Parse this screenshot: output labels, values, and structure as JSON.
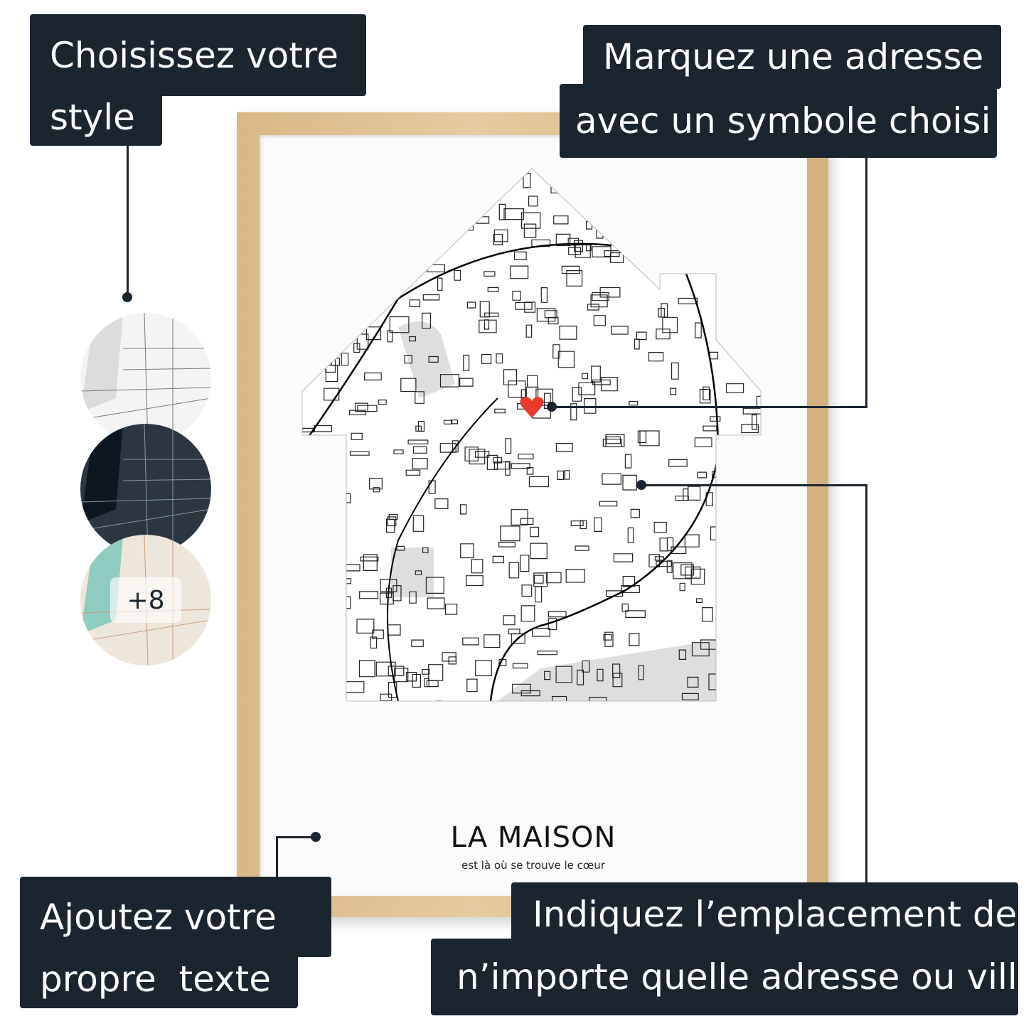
{
  "labels": {
    "style": {
      "line1": "Choisissez votre",
      "line2": "style"
    },
    "marker": {
      "line1": "Marquez une adresse",
      "line2": "avec un symbole choisi"
    },
    "text": {
      "line1": "Ajoutez votre",
      "line2": "propre  texte"
    },
    "location": {
      "line1": "Indiquez l’emplacement de",
      "line2": "n’importe quelle adresse ou ville"
    }
  },
  "poster": {
    "title": "LA MAISON",
    "subtitle": "est là où se trouve le cœur",
    "marker_icon": "heart-icon"
  },
  "styles": {
    "more_count": "+8"
  },
  "colors": {
    "label_bg": "#1b2530",
    "heart": "#e8392b",
    "frame": "#dcbd8e"
  }
}
